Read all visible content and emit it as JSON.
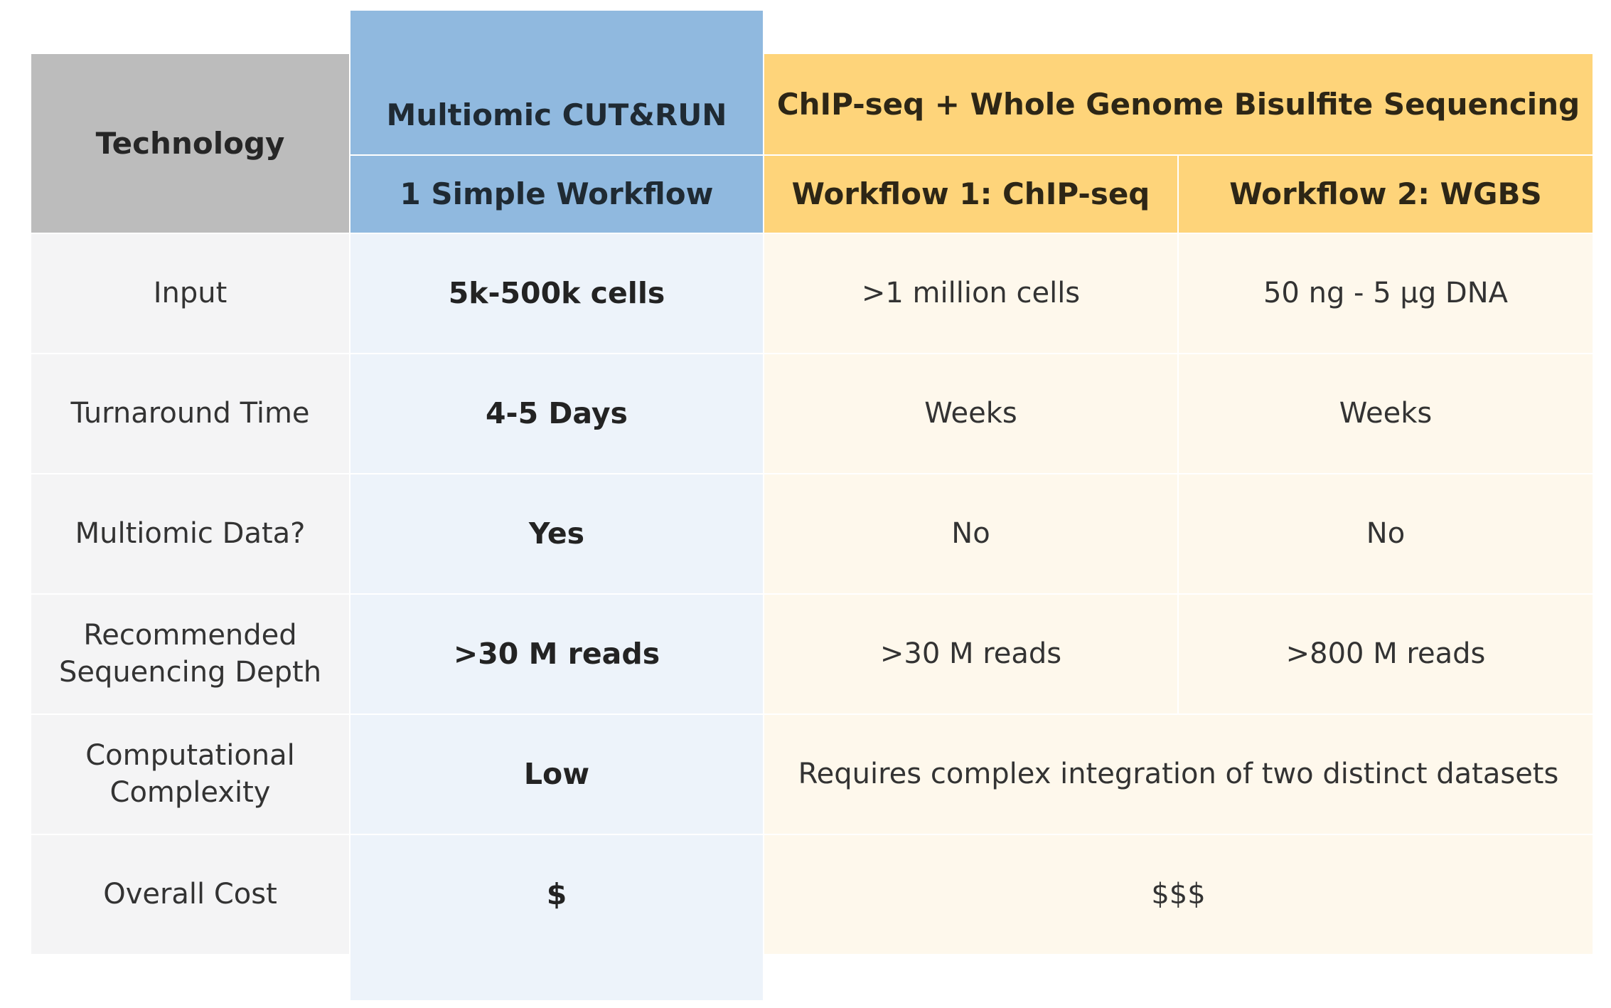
{
  "header": {
    "technology": "Technology",
    "cutrun_title": "Multiomic CUT&RUN",
    "cutrun_sub": "1 Simple Workflow",
    "chip_title": "ChIP-seq + Whole Genome Bisulfite Sequencing",
    "workflow1": "Workflow 1: ChIP-seq",
    "workflow2": "Workflow 2: WGBS"
  },
  "rows": [
    {
      "label": "Input",
      "cutrun": "5k-500k cells",
      "chip": ">1 million cells",
      "wgbs": "50 ng - 5 µg DNA"
    },
    {
      "label": "Turnaround Time",
      "cutrun": "4-5 Days",
      "chip": "Weeks",
      "wgbs": "Weeks"
    },
    {
      "label": "Multiomic Data?",
      "cutrun": "Yes",
      "chip": "No",
      "wgbs": "No"
    },
    {
      "label_line1": "Recommended",
      "label_line2": "Sequencing Depth",
      "cutrun": ">30 M reads",
      "chip": ">30 M reads",
      "wgbs": ">800 M reads"
    },
    {
      "label_line1": "Computational",
      "label_line2": "Complexity",
      "cutrun": "Low",
      "merged": "Requires complex integration of two distinct datasets"
    },
    {
      "label": "Overall Cost",
      "cutrun": "$",
      "merged": "$$$"
    }
  ],
  "colors": {
    "technology_header": "#bcbcbc",
    "cutrun_header": "#90b9df",
    "cutrun_body": "#edf3fa",
    "chip_header": "#fed47a",
    "chip_body": "#fef8ec",
    "label_body": "#f4f4f5"
  }
}
